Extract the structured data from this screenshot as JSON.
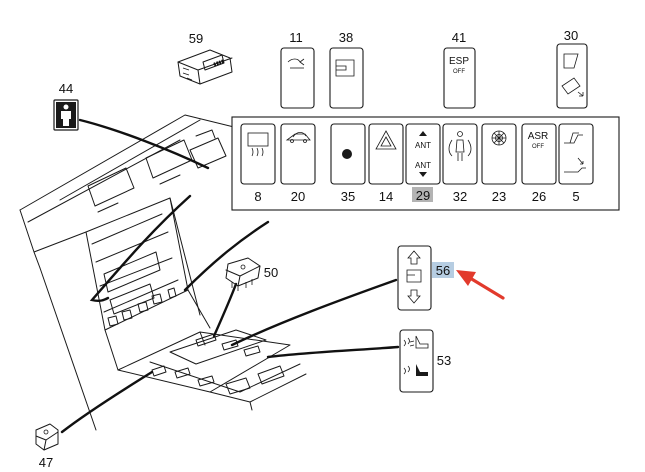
{
  "diagram": {
    "callouts": {
      "c59": "59",
      "c44": "44",
      "c11": "11",
      "c38": "38",
      "c41": "41",
      "c30": "30",
      "c8": "8",
      "c20": "20",
      "c35": "35",
      "c14": "14",
      "c29": "29",
      "c32": "32",
      "c23": "23",
      "c26": "26",
      "c5": "5",
      "c50": "50",
      "c56": "56",
      "c53": "53",
      "c47": "47"
    },
    "switch_text": {
      "esp": "ESP",
      "esp_off": "OFF",
      "ant_top": "ANT",
      "ant_bottom": "ANT",
      "asr": "ASR",
      "asr_off": "OFF"
    },
    "colors": {
      "highlight": "#b6cde2",
      "highlight_gray": "#b3b3b3",
      "arrow": "#e23a2c",
      "line": "#1a1a1a"
    }
  }
}
